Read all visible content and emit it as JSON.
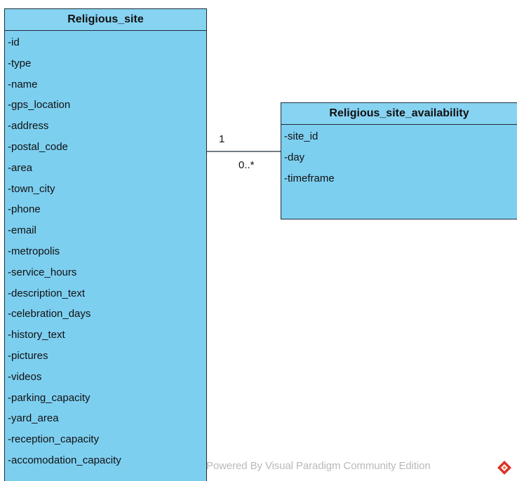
{
  "diagram": {
    "classes": [
      {
        "name": "Religious_site",
        "attributes": [
          "-id",
          "-type",
          "-name",
          "-gps_location",
          "-address",
          "-postal_code",
          "-area",
          "-town_city",
          "-phone",
          "-email",
          "-metropolis",
          "-service_hours",
          "-description_text",
          "-celebration_days",
          "-history_text",
          "-pictures",
          "-videos",
          "-parking_capacity",
          "-yard_area",
          "-reception_capacity",
          "-accomodation_capacity"
        ]
      },
      {
        "name": "Religious_site_availability",
        "attributes": [
          "-site_id",
          "-day",
          "-timeframe"
        ]
      }
    ],
    "association": {
      "source_multiplicity": "1",
      "target_multiplicity": "0..*"
    },
    "watermark": "Powered By Visual Paradigm Community Edition",
    "colors": {
      "class_fill": "#7dcff0",
      "class_border": "#1f2d3a",
      "watermark_text": "#b9b9b9",
      "logo_red": "#d9342b"
    }
  }
}
